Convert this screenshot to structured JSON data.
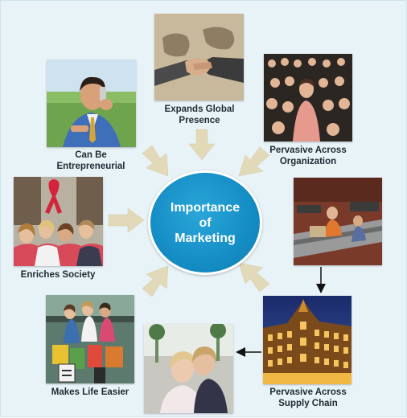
{
  "center": {
    "title_line1": "Importance",
    "title_line2": "of",
    "title_line3": "Marketing"
  },
  "nodes": {
    "entrepreneurial": {
      "line1": "Can Be",
      "line2": "Entrepreneurial"
    },
    "global": {
      "line1": "Expands Global",
      "line2": "Presence"
    },
    "organization": {
      "line1": "Pervasive Across",
      "line2": "Organization"
    },
    "society": {
      "line1": "Enriches Society"
    },
    "easier": {
      "line1": "Makes Life Easier"
    },
    "supply": {
      "line1": "Pervasive Across",
      "line2": "Supply Chain"
    }
  },
  "colors": {
    "background": "#e8f3f8",
    "center_circle": "#168fc6",
    "arrow": "#e2d9b8",
    "connector": "#111111"
  }
}
